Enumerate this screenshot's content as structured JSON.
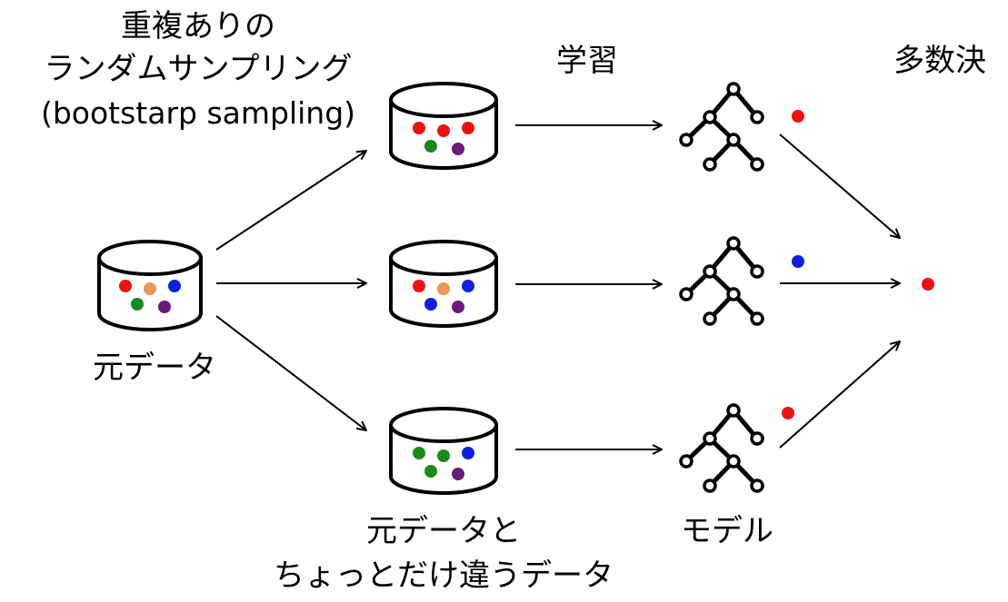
{
  "labels": {
    "sampling_line1": "重複ありの",
    "sampling_line2": "ランダムサンプリング",
    "sampling_line3": "(bootstarp sampling)",
    "learning": "学習",
    "majority_vote": "多数決",
    "original_data": "元データ",
    "variant_line1": "元データと",
    "variant_line2": "ちょっとだけ違うデータ",
    "model": "モデル"
  },
  "colors": {
    "red": "#ee1111",
    "orange": "#f0955a",
    "blue": "#1020e0",
    "green": "#1a8a1a",
    "purple": "#6a1a7a",
    "stroke": "#000000"
  },
  "databases": [
    {
      "name": "original-data",
      "dots": [
        "red",
        "orange",
        "blue",
        "green",
        "purple"
      ]
    },
    {
      "name": "sample-1",
      "dots": [
        "red",
        "red",
        "red",
        "green",
        "purple"
      ]
    },
    {
      "name": "sample-2",
      "dots": [
        "red",
        "orange",
        "blue",
        "blue",
        "purple"
      ]
    },
    {
      "name": "sample-3",
      "dots": [
        "green",
        "green",
        "blue",
        "green",
        "purple"
      ]
    }
  ],
  "model_predictions": [
    "red",
    "blue",
    "red"
  ],
  "final_prediction": "red"
}
